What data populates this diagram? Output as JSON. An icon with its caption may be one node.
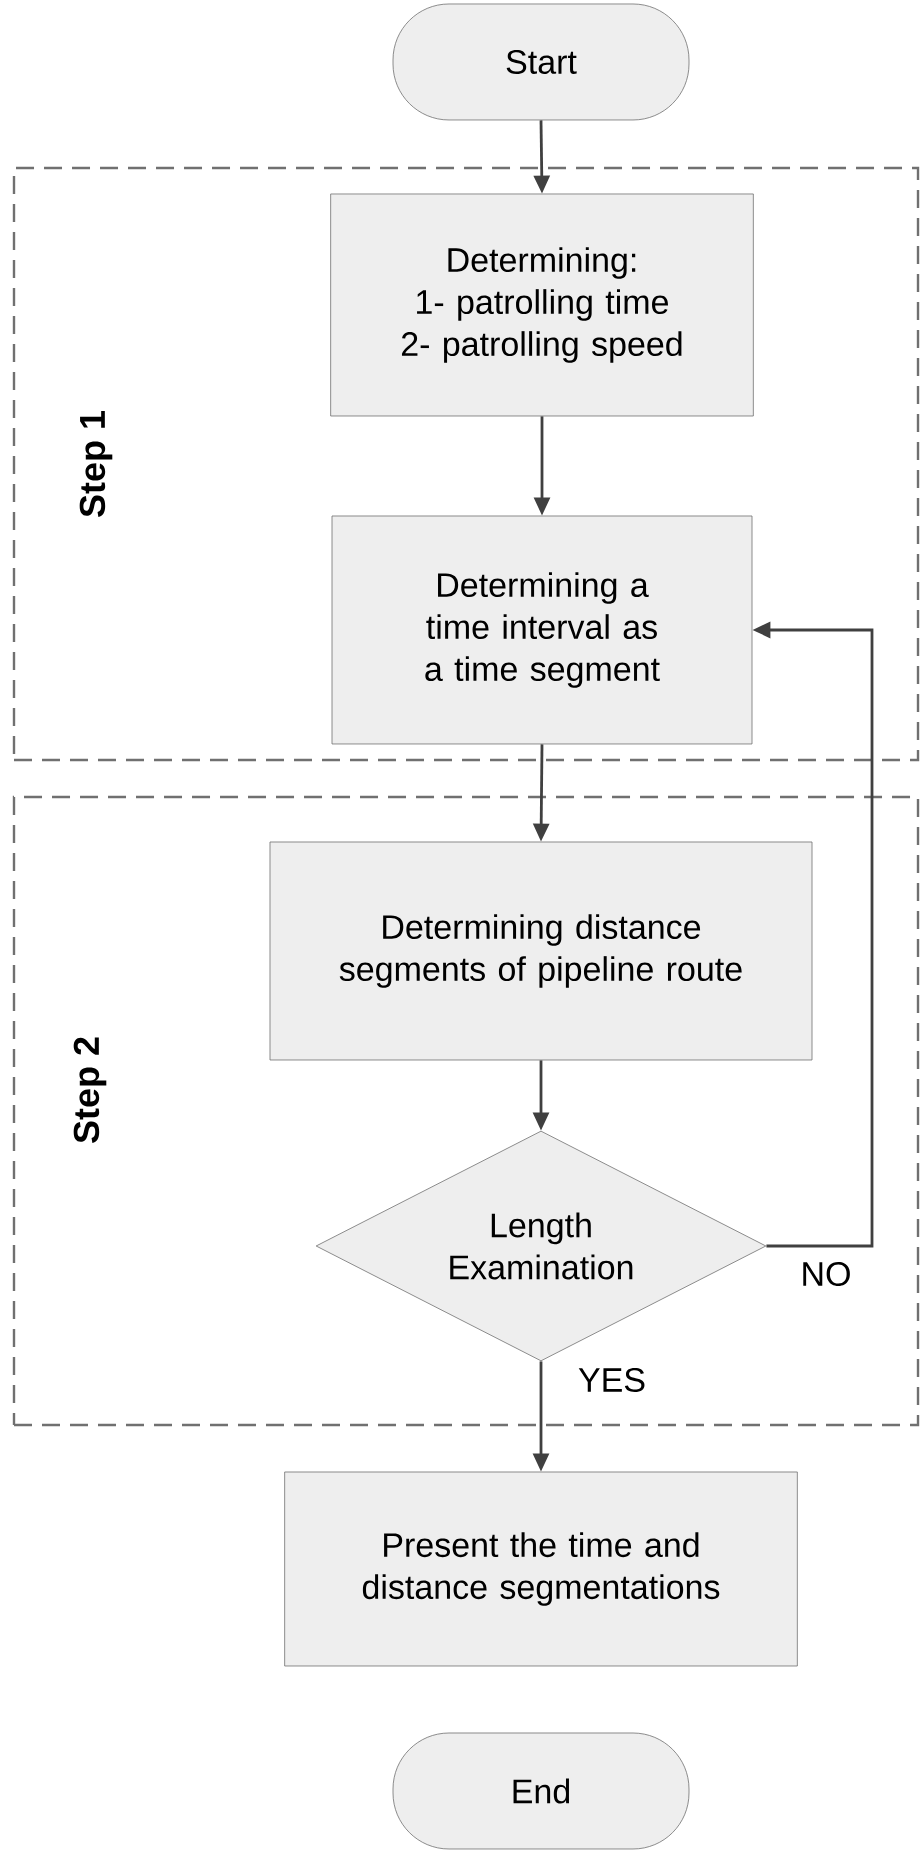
{
  "diagram": {
    "nodes": [
      {
        "text": [
          "Start"
        ]
      },
      {
        "text": [
          "Step 1"
        ]
      },
      {
        "text": [
          "Determining:",
          "1- patrolling time",
          "2- patrolling speed"
        ],
        "in": 1
      },
      {
        "text": [
          "Determining a time interval as a time segment"
        ],
        "in": 1
      },
      {
        "text": [
          "Step 2"
        ]
      },
      {
        "text": [
          "Determining distance segments of pipeline route"
        ],
        "in": 4
      },
      {
        "text": [
          "Length Examination"
        ],
        "in": 4
      },
      {
        "text": [
          "Present the time and distance segmentations"
        ]
      },
      {
        "text": [
          "End"
        ]
      }
    ],
    "edges": [
      {
        "from": 0,
        "to": 2,
        "arrow": "to"
      },
      {
        "from": 2,
        "to": 3,
        "arrow": "to"
      },
      {
        "from": 3,
        "to": 5,
        "arrow": "to"
      },
      {
        "from": 5,
        "to": 6,
        "arrow": "to"
      },
      {
        "from": 6,
        "to": 7,
        "arrow": "to",
        "label": "YES"
      },
      {
        "from": 6,
        "to": 3,
        "arrow": "to",
        "label": "NO"
      }
    ]
  }
}
